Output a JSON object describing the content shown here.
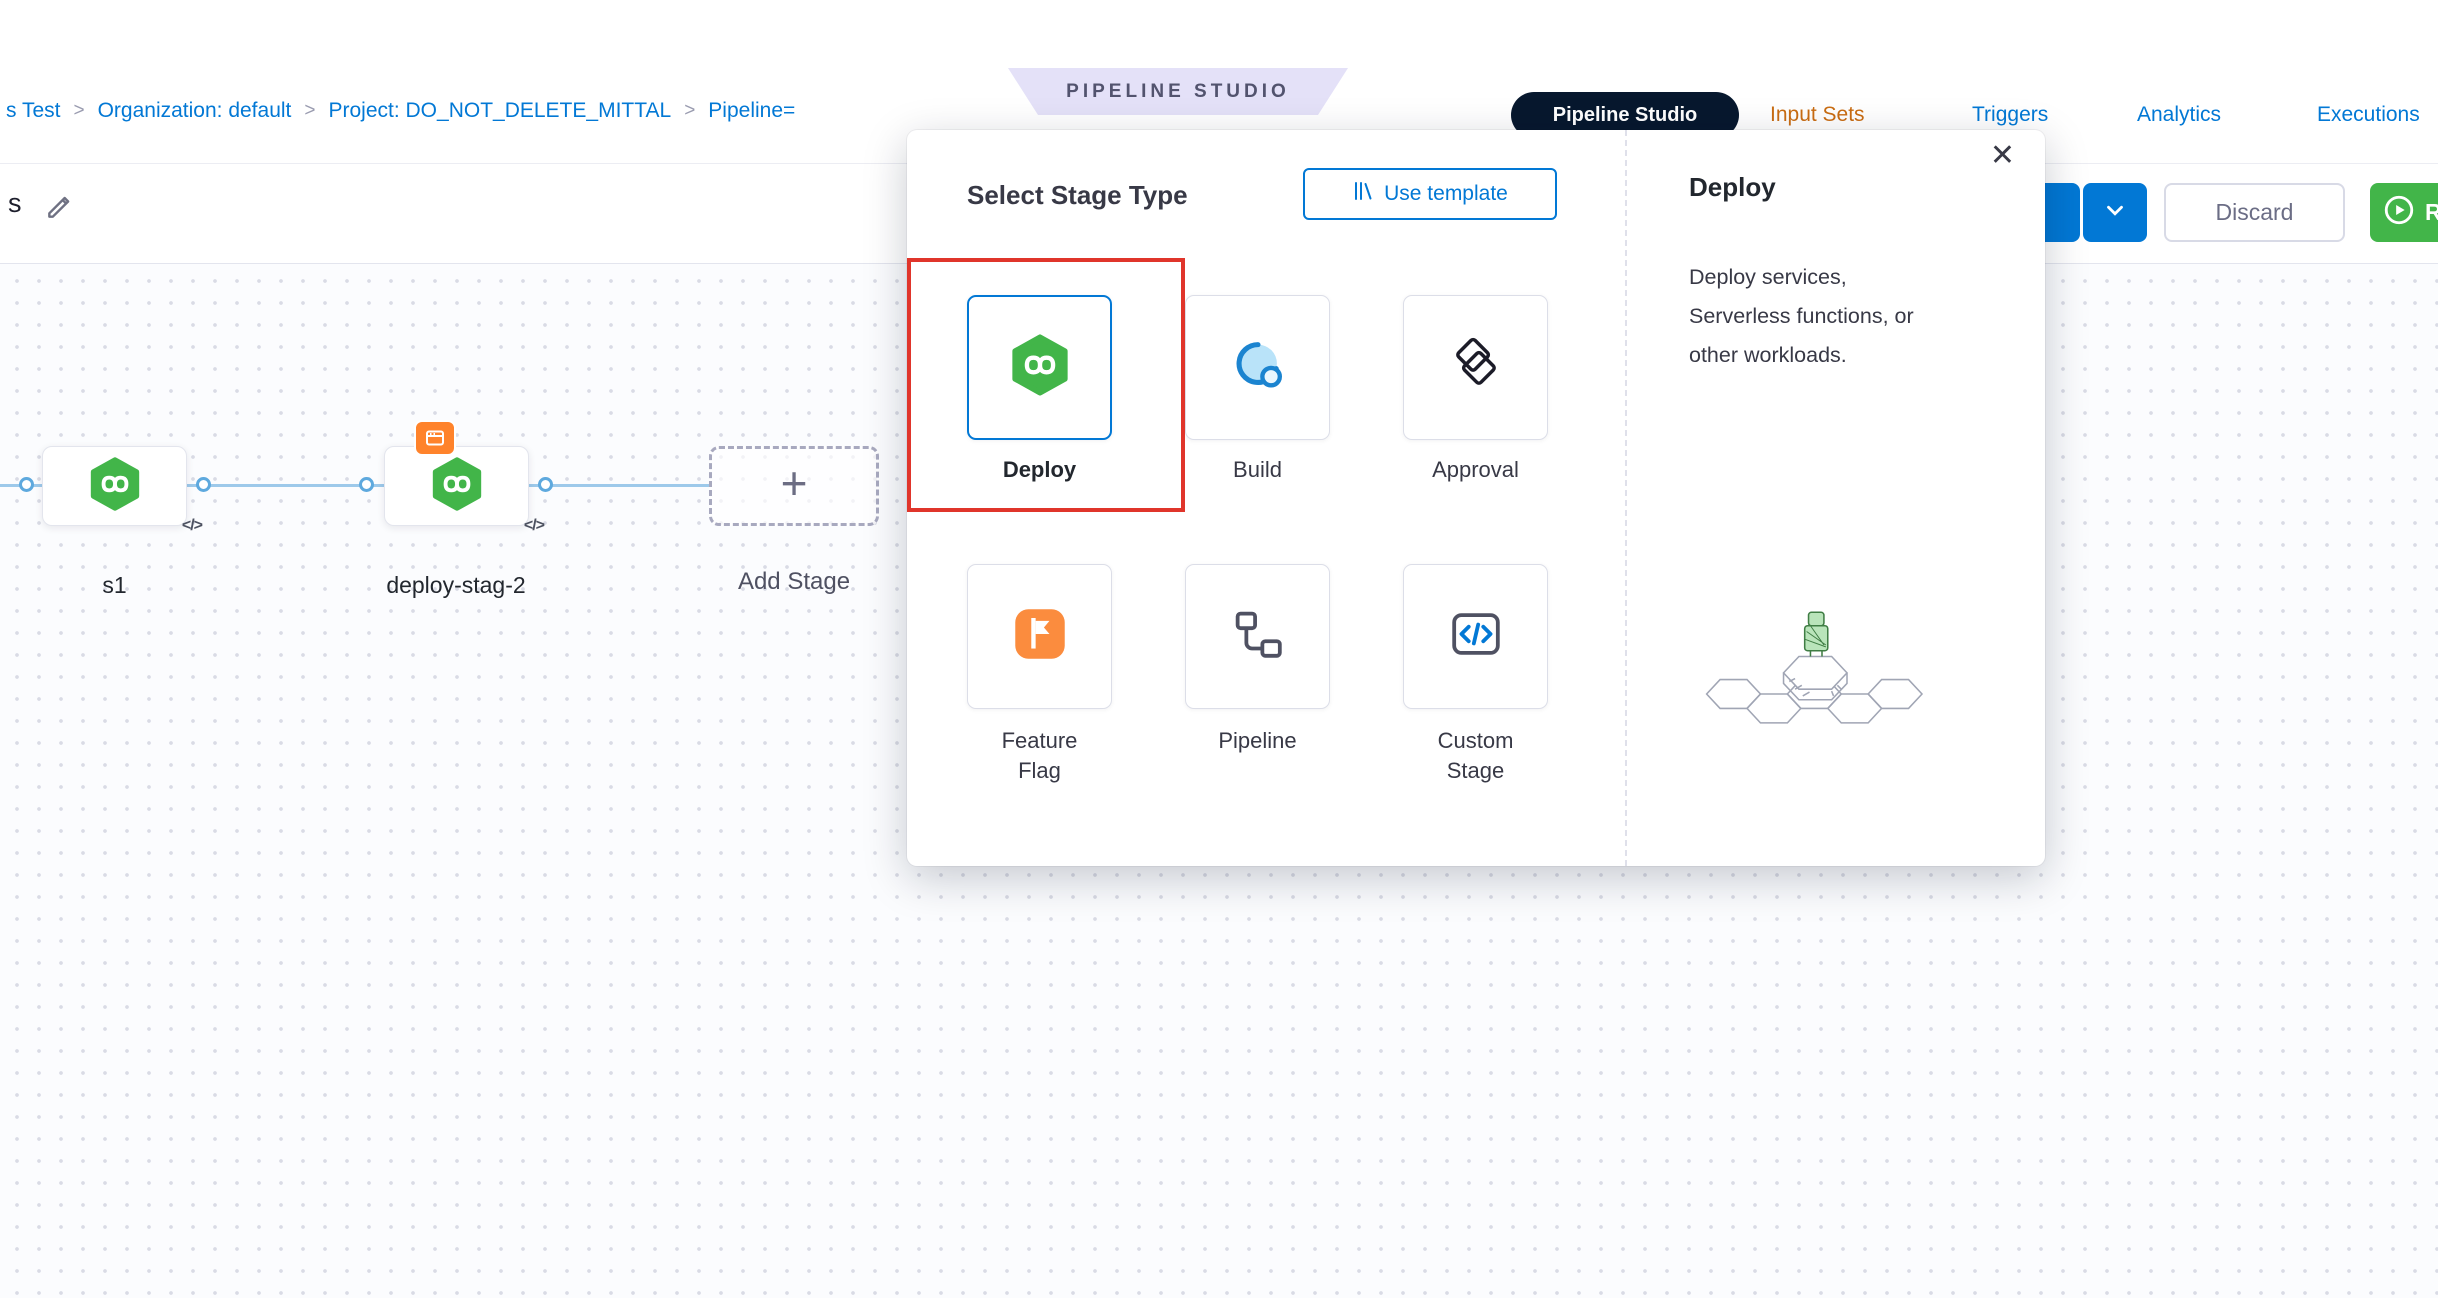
{
  "breadcrumb": {
    "items": [
      "s Test",
      "Organization: default",
      "Project: DO_NOT_DELETE_MITTAL",
      "Pipeline="
    ],
    "separator": ">"
  },
  "header": {
    "studio_ribbon": "PIPELINE STUDIO",
    "view_button": "Pipeline Studio",
    "nav_links": [
      {
        "label": "Input Sets",
        "color": "#ca6d13"
      },
      {
        "label": "Triggers",
        "color": "#0278d5"
      },
      {
        "label": "Analytics",
        "color": "#0278d5"
      },
      {
        "label": "Executions",
        "color": "#0278d5"
      }
    ]
  },
  "toolbar": {
    "pipeline_name_fragment": "s",
    "discard_label": "Discard",
    "run_label": "Run"
  },
  "pipeline": {
    "stages": [
      {
        "name": "s1",
        "code_badge": "</>"
      },
      {
        "name": "deploy-stag-2",
        "code_badge": "</>"
      }
    ],
    "add_stage_label": "Add Stage",
    "add_stage_plus": "+"
  },
  "modal": {
    "title": "Select Stage Type",
    "use_template_label": "Use template",
    "close_glyph": "✕",
    "stage_types": [
      {
        "label": "Deploy",
        "selected": true
      },
      {
        "label": "Build",
        "selected": false
      },
      {
        "label": "Approval",
        "selected": false
      },
      {
        "label": "Feature Flag",
        "selected": false
      },
      {
        "label": "Pipeline",
        "selected": false
      },
      {
        "label": "Custom Stage",
        "selected": false
      }
    ],
    "detail": {
      "title": "Deploy",
      "description": "Deploy services, Serverless functions, or other workloads."
    }
  },
  "colors": {
    "accent_blue": "#0278d5",
    "harness_green": "#42b549",
    "orange_badge": "#ff832b",
    "red_highlight": "#e0352b",
    "dark_navy": "#07182e",
    "ribbon_lavender": "#e4e1f8"
  }
}
